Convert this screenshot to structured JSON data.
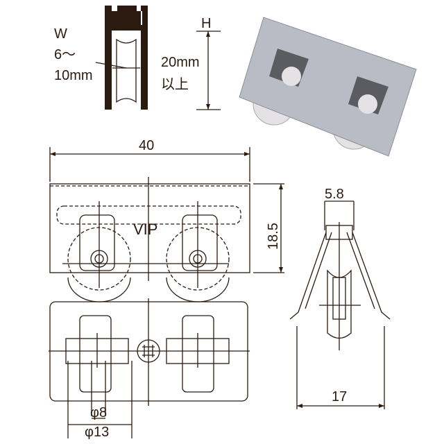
{
  "profile": {
    "w_label": "W",
    "w_range_1": "6～",
    "w_range_2": "10mm",
    "h_label": "H",
    "h_value_1": "20mm",
    "h_value_2": "以上"
  },
  "front_view": {
    "width_dim": "40",
    "height_dim": "18.5",
    "logo": "VIP"
  },
  "bottom_view": {
    "inner_dia": "φ8",
    "outer_dia": "φ13"
  },
  "side_view": {
    "top_dim": "5.8",
    "bottom_dim": "17"
  },
  "colors": {
    "line": "#2a1a10",
    "photo_metal": "#b9bcc4",
    "photo_wheel": "#e4e2e4"
  }
}
